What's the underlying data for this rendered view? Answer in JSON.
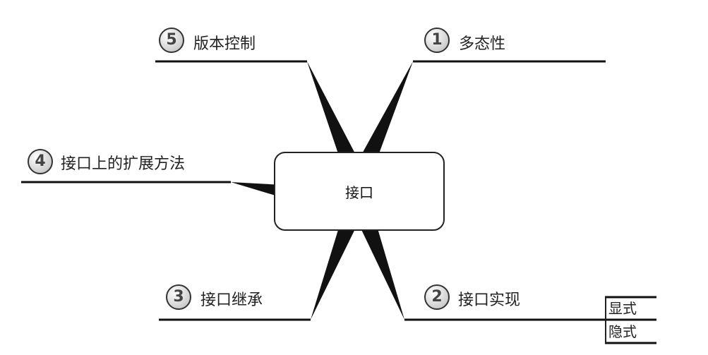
{
  "center": "接口",
  "branches": [
    {
      "number": "1",
      "label": "多态性"
    },
    {
      "number": "2",
      "label": "接口实现",
      "children": [
        "显式",
        "隐式"
      ]
    },
    {
      "number": "3",
      "label": "接口继承"
    },
    {
      "number": "4",
      "label": "接口上的扩展方法"
    },
    {
      "number": "5",
      "label": "版本控制"
    }
  ]
}
